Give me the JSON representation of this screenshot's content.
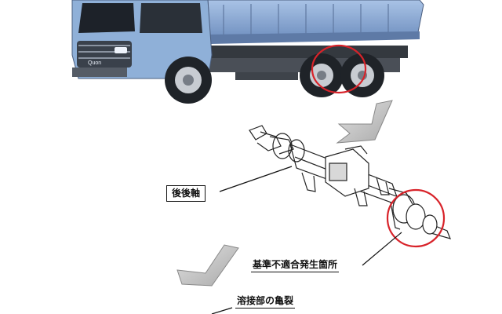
{
  "truck": {
    "brand_text": "Quon",
    "cab_color": "#8fb0d8",
    "dark_color": "#2a2f38"
  },
  "labels": {
    "rear_rear_axle": "後後軸",
    "nonconformity_location": "基準不適合発生箇所",
    "weld_crack": "溶接部の亀裂"
  },
  "colors": {
    "highlight_circle": "#d8232a",
    "arrow_fill": "#c9c9c9",
    "arrow_stroke": "#888888"
  }
}
